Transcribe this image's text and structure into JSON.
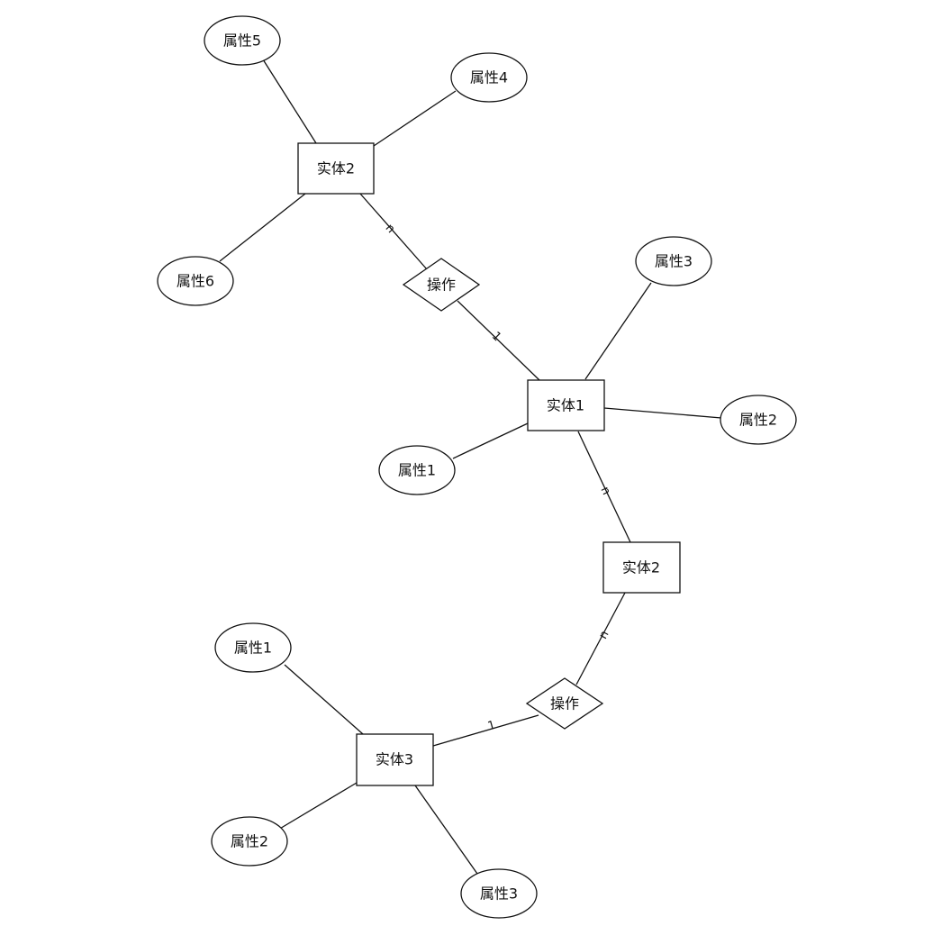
{
  "diagram": {
    "entities": {
      "e2_top": "实体2",
      "e1": "实体1",
      "e2_mid": "实体2",
      "e3": "实体3"
    },
    "relationships": {
      "r_top": "操作",
      "r_bottom": "操作"
    },
    "attributes": {
      "a5": "属性5",
      "a4": "属性4",
      "a6": "属性6",
      "e1_a3": "属性3",
      "e1_a2": "属性2",
      "e1_a1": "属性1",
      "e3_a1": "属性1",
      "e3_a2": "属性2",
      "e3_a3": "属性3"
    },
    "cardinalities": {
      "c_top_n": "n",
      "c_top_1": "1",
      "c_mid_n": "n",
      "c_low_n": "n",
      "c_low_1": "1"
    }
  }
}
